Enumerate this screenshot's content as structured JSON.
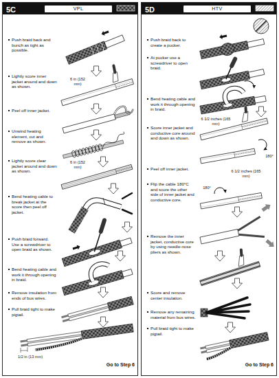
{
  "diagram": {
    "nodes": [
      {
        "text": [
          "5C",
          "Push braid back and bunch as tight as possible.",
          "Lightly score inner jacket around and down as shown.",
          "Peel off inner jacket.",
          "Unwind heating element, cut and remove as shown.",
          "Lightly score clear jacket around and down as shown.",
          "Bend heating cable to break jacket at the score then peel off jacket.",
          "Push braid forward. Use a screwdriver to open braid as shown.",
          "Bend heating cable and work it through opening in braid.",
          "Remove insulation from ends of bus wires.",
          "Pull braid tight to make pigtail.",
          "Go to Step 6"
        ]
      },
      {
        "text": [
          "VPL"
        ],
        "in": 0
      },
      {
        "text": [
          "5D",
          "Push braid back to create a pucker.",
          "At pucker use a screwdriver to open braid.",
          "Bend heating cable and work it through opening in braid.",
          "Score inner jacket and conductive core around and down as shown.",
          "Peel off inner jacket.",
          "Flip the cable 180°C and score the other side of inner jacket and conductive core.",
          "Remove the inner jacket, conductive core by using needle-nose pliers as shown.",
          "Score and remove center insulation.",
          "Remove any remaining material from bus wires.",
          "Pull braid tight to make pigtail.",
          "Go to Step 6"
        ]
      },
      {
        "text": [
          "HTV"
        ],
        "in": 2
      }
    ],
    "labels": [
      "6 in (152 mm)",
      "6 in (152 mm)",
      "1/2 in (13 mm)",
      "6 1/2 inches (165 mm)",
      "180°",
      "6 1/2 inches (165 mm)",
      "180°"
    ]
  }
}
